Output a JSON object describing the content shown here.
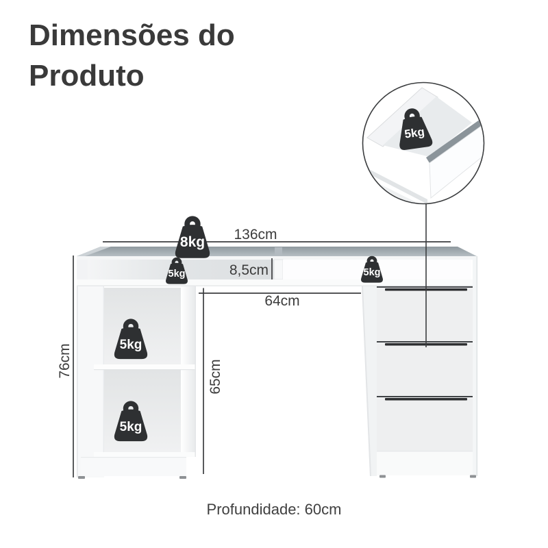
{
  "title": {
    "line1": "Dimensões do",
    "line2": "Produto"
  },
  "dimensions": {
    "top_width": "136cm",
    "niche_height": "8,5cm",
    "knee_width": "64cm",
    "knee_height": "65cm",
    "total_height": "76cm"
  },
  "weights": {
    "desktop": "8kg",
    "niche_left": "5kg",
    "niche_right": "5kg",
    "shelf_upper": "5kg",
    "shelf_lower": "5kg",
    "drawer_detail": "5kg"
  },
  "footer": {
    "depth": "Profundidade: 60cm"
  },
  "colors": {
    "ink": "#3a3a3a",
    "badge": "#2e3032",
    "glass_top": "#98a2a8",
    "panel_shadow": "#e7eaec"
  }
}
